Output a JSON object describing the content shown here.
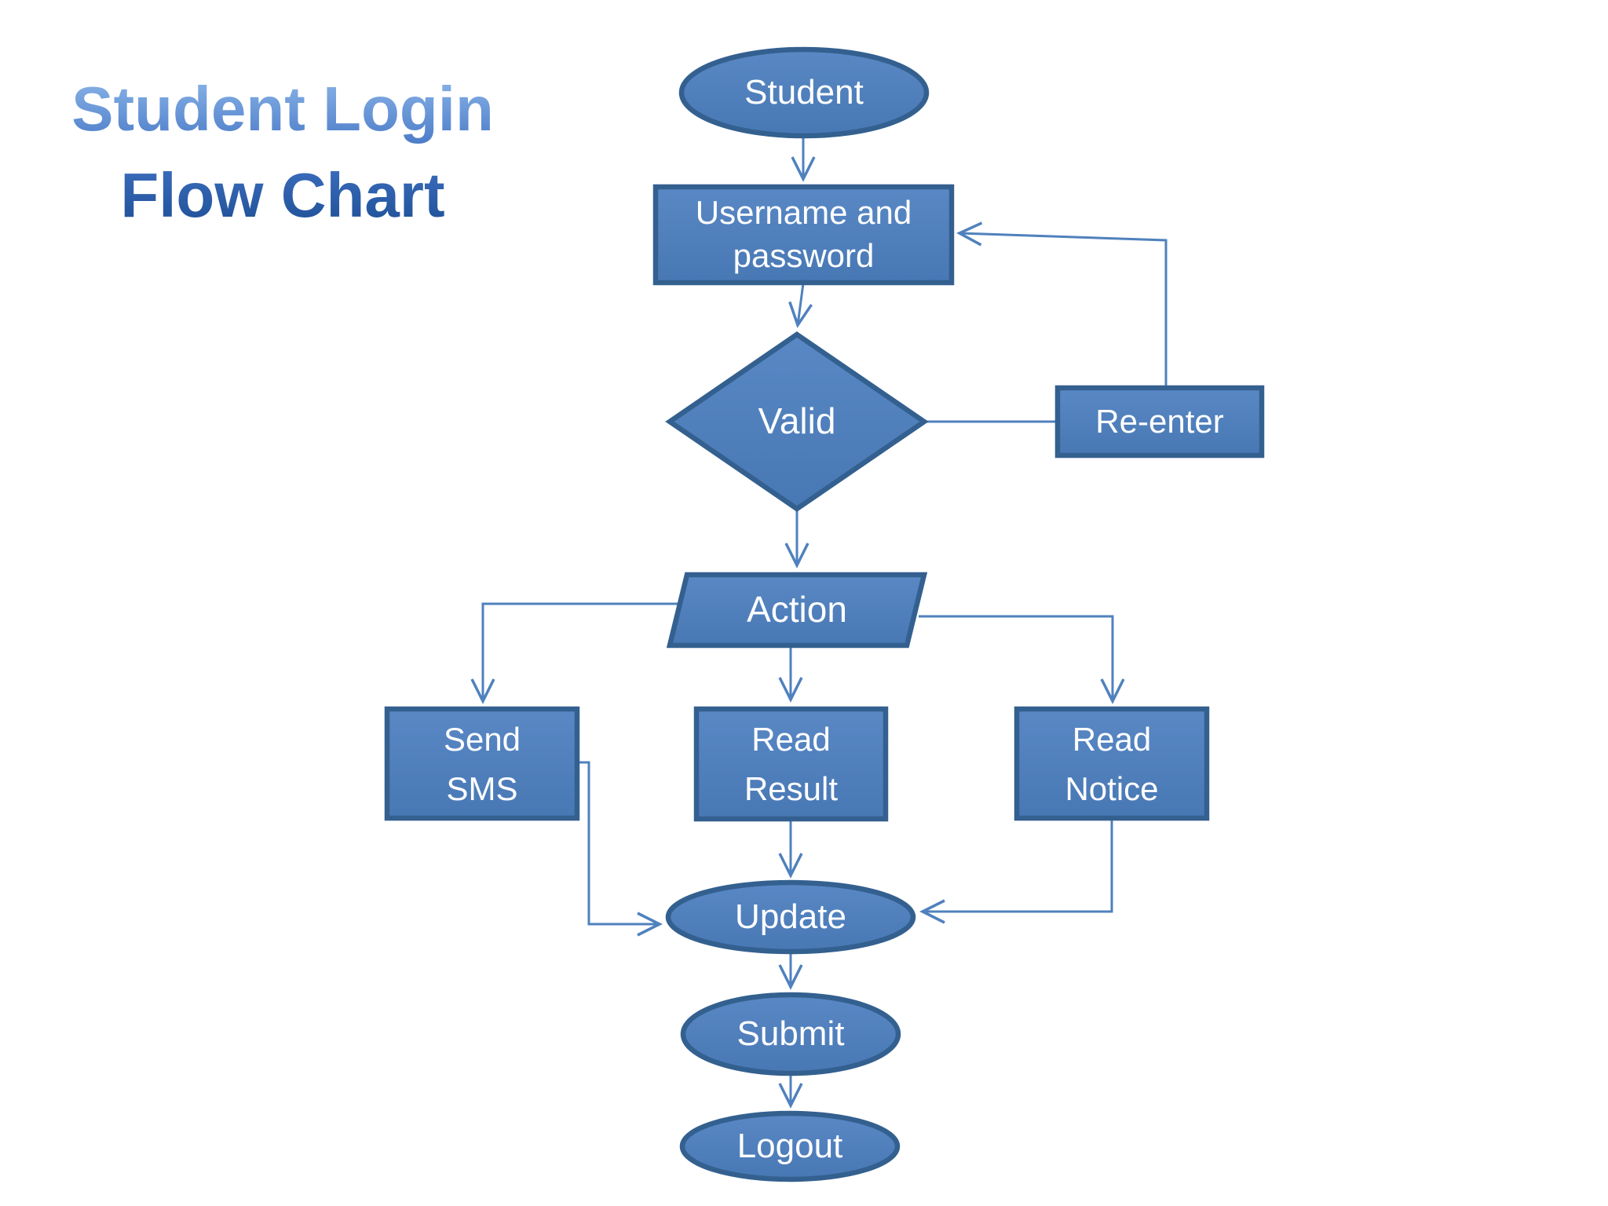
{
  "title": {
    "text": "Student Login\nFlow Chart"
  },
  "nodes": {
    "student": {
      "label": "Student",
      "shape": "ellipse"
    },
    "username": {
      "label": "Username and\npassword",
      "shape": "rectangle"
    },
    "valid": {
      "label": "Valid",
      "shape": "diamond"
    },
    "reenter": {
      "label": "Re-enter",
      "shape": "rectangle"
    },
    "action": {
      "label": "Action",
      "shape": "parallelogram"
    },
    "send_sms": {
      "label": "Send\nSMS",
      "shape": "rectangle"
    },
    "read_result": {
      "label": "Read\nResult",
      "shape": "rectangle"
    },
    "read_notice": {
      "label": "Read\nNotice",
      "shape": "rectangle"
    },
    "update": {
      "label": "Update",
      "shape": "ellipse"
    },
    "submit": {
      "label": "Submit",
      "shape": "ellipse"
    },
    "logout": {
      "label": "Logout",
      "shape": "ellipse"
    }
  },
  "edges": [
    {
      "from": "student",
      "to": "username",
      "arrow": true
    },
    {
      "from": "username",
      "to": "valid",
      "arrow": true
    },
    {
      "from": "valid",
      "to": "reenter",
      "arrow": false
    },
    {
      "from": "reenter",
      "to": "username",
      "arrow": true
    },
    {
      "from": "valid",
      "to": "action",
      "arrow": true
    },
    {
      "from": "action",
      "to": "send_sms",
      "arrow": true
    },
    {
      "from": "action",
      "to": "read_result",
      "arrow": true
    },
    {
      "from": "action",
      "to": "read_notice",
      "arrow": true
    },
    {
      "from": "send_sms",
      "to": "update",
      "arrow": true
    },
    {
      "from": "read_result",
      "to": "update",
      "arrow": true
    },
    {
      "from": "read_notice",
      "to": "update",
      "arrow": true
    },
    {
      "from": "update",
      "to": "submit",
      "arrow": true
    },
    {
      "from": "submit",
      "to": "logout",
      "arrow": true
    }
  ],
  "colors": {
    "shape_fill_top": "#5988c5",
    "shape_fill_bottom": "#4878b4",
    "shape_border": "#33608f",
    "connector": "#4f81bd",
    "label_text": "#ffffff",
    "title_top": "#8ab4e8",
    "title_mid": "#3d6fc0",
    "title_bottom": "#1d4e94",
    "page_bg": "#ffffff"
  }
}
